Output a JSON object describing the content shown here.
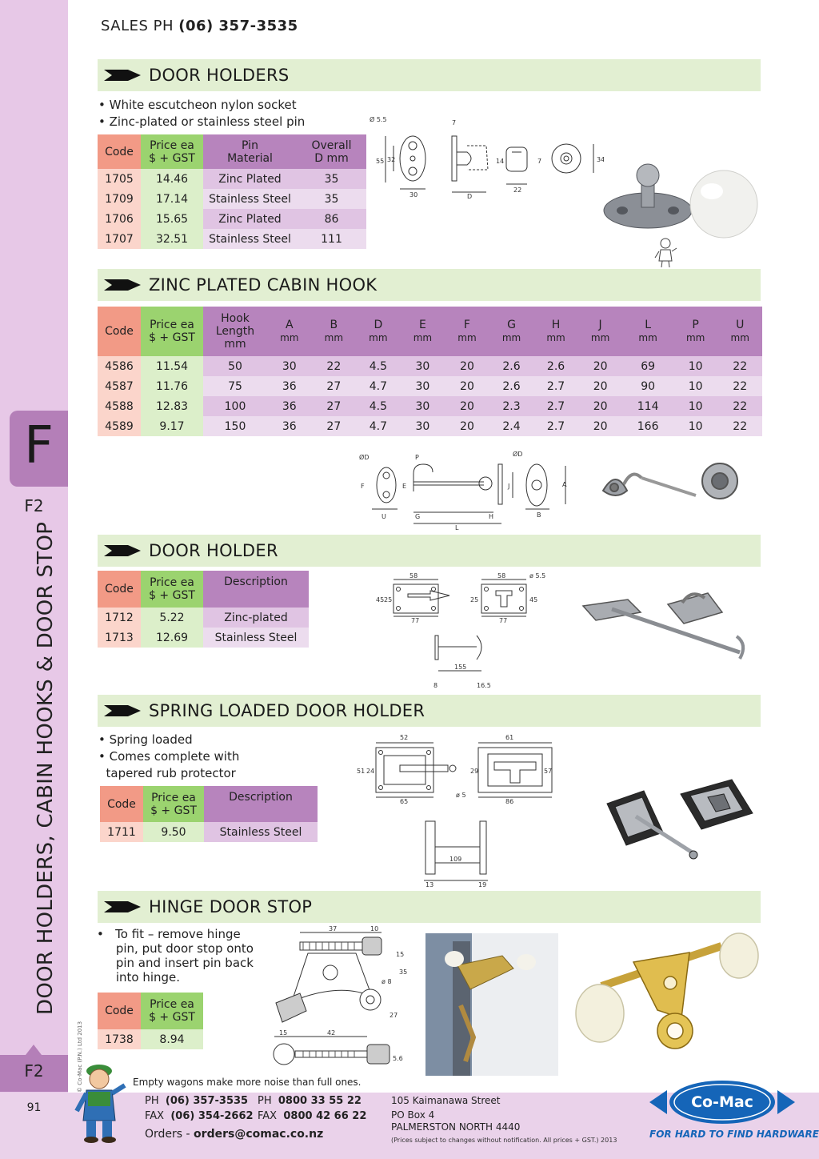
{
  "header": {
    "sales_label": "SALES  PH",
    "sales_phone": "(06) 357-3535"
  },
  "sidebar": {
    "tab_letter": "F",
    "section_code_top": "F2",
    "vertical_title": "DOOR HOLDERS, CABIN HOOKS & DOOR STOP",
    "copyright": "© Co-Mac (P.N.) Ltd 2013",
    "section_code_bottom": "F2",
    "page_number": "91"
  },
  "door_holders": {
    "title": "DOOR HOLDERS",
    "bullets": [
      "White escutcheon nylon socket",
      "Zinc-plated or stainless steel pin"
    ],
    "headers": {
      "code": "Code",
      "price": [
        "Price ea",
        "$ + GST"
      ],
      "pin": [
        "Pin",
        "Material"
      ],
      "overall": [
        "Overall",
        "D mm"
      ]
    },
    "rows": [
      {
        "code": "1705",
        "price": "14.46",
        "pin": "Zinc Plated",
        "overall": "35"
      },
      {
        "code": "1709",
        "price": "17.14",
        "pin": "Stainless Steel",
        "overall": "35"
      },
      {
        "code": "1706",
        "price": "15.65",
        "pin": "Zinc Plated",
        "overall": "86"
      },
      {
        "code": "1707",
        "price": "32.51",
        "pin": "Stainless Steel",
        "overall": "111"
      }
    ],
    "dims": {
      "dia": "Ø 5.5",
      "h55": "55",
      "h32": "32",
      "w30": "30",
      "w7": "7",
      "D": "D",
      "h14": "14",
      "h7": "7",
      "w22": "22",
      "h34": "34"
    }
  },
  "cabin_hook": {
    "title": "ZINC PLATED CABIN HOOK",
    "headers": {
      "code": "Code",
      "price": [
        "Price ea",
        "$ + GST"
      ],
      "hook": [
        "Hook",
        "Length",
        "mm"
      ],
      "letters": [
        "A",
        "B",
        "D",
        "E",
        "F",
        "G",
        "H",
        "J",
        "L",
        "P",
        "U"
      ],
      "unit": "mm"
    },
    "rows": [
      {
        "code": "4586",
        "price": "11.54",
        "hook": "50",
        "vals": [
          "30",
          "22",
          "4.5",
          "30",
          "20",
          "2.6",
          "2.6",
          "20",
          "69",
          "10",
          "22"
        ]
      },
      {
        "code": "4587",
        "price": "11.76",
        "hook": "75",
        "vals": [
          "36",
          "27",
          "4.7",
          "30",
          "20",
          "2.6",
          "2.7",
          "20",
          "90",
          "10",
          "22"
        ]
      },
      {
        "code": "4588",
        "price": "12.83",
        "hook": "100",
        "vals": [
          "36",
          "27",
          "4.5",
          "30",
          "20",
          "2.3",
          "2.7",
          "20",
          "114",
          "10",
          "22"
        ]
      },
      {
        "code": "4589",
        "price": "9.17",
        "hook": "150",
        "vals": [
          "36",
          "27",
          "4.7",
          "30",
          "20",
          "2.4",
          "2.7",
          "20",
          "166",
          "10",
          "22"
        ]
      }
    ],
    "dims": {
      "oD1": "ØD",
      "P": "P",
      "oD2": "ØD",
      "F": "F",
      "E": "E",
      "J": "J",
      "A": "A",
      "U": "U",
      "G": "G",
      "H": "H",
      "B": "B",
      "L": "L"
    }
  },
  "door_holder": {
    "title": "DOOR HOLDER",
    "headers": {
      "code": "Code",
      "price": [
        "Price ea",
        "$ + GST"
      ],
      "desc": "Description"
    },
    "rows": [
      {
        "code": "1712",
        "price": "5.22",
        "desc": "Zinc-plated"
      },
      {
        "code": "1713",
        "price": "12.69",
        "desc": "Stainless Steel"
      }
    ],
    "dims": {
      "w58a": "58",
      "w58b": "58",
      "dia": "ø 5.5",
      "h45a": "45",
      "h25a": "25",
      "h25b": "25",
      "h45b": "45",
      "w77a": "77",
      "w77b": "77",
      "l155": "155",
      "d8": "8",
      "d165": "16.5"
    }
  },
  "spring_holder": {
    "title": "SPRING LOADED DOOR HOLDER",
    "bullets": [
      "Spring loaded",
      "Comes complete with",
      "tapered rub protector"
    ],
    "headers": {
      "code": "Code",
      "price": [
        "Price ea",
        "$ + GST"
      ],
      "desc": "Description"
    },
    "rows": [
      {
        "code": "1711",
        "price": "9.50",
        "desc": "Stainless Steel"
      }
    ],
    "dims": {
      "w52": "52",
      "w61": "61",
      "h51": "51",
      "h24": "24",
      "h29": "29",
      "h57": "57",
      "dia": "ø 5",
      "w65": "65",
      "w86": "86",
      "l109": "109",
      "d13": "13",
      "d19": "19"
    }
  },
  "hinge_stop": {
    "title": "HINGE DOOR STOP",
    "bullets": [
      "To fit – remove hinge",
      "pin, put door stop onto",
      "pin and insert pin back",
      "into hinge."
    ],
    "headers": {
      "code": "Code",
      "price": [
        "Price ea",
        "$ + GST"
      ]
    },
    "rows": [
      {
        "code": "1738",
        "price": "8.94"
      }
    ],
    "dims": {
      "w37": "37",
      "w10": "10",
      "h15": "15",
      "h35": "35",
      "dia8": "ø 8",
      "h27": "27",
      "w15": "15",
      "w42": "42",
      "h56": "5.6"
    }
  },
  "footer": {
    "motto": "Empty wagons make more noise than full ones.",
    "ph1_label": "PH",
    "ph1": "(06) 357-3535",
    "ph2_label": "PH",
    "ph2": "0800 33 55 22",
    "fax1_label": "FAX",
    "fax1": "(06) 354-2662",
    "fax2_label": "FAX",
    "fax2": "0800 42 66 22",
    "orders_label": "Orders -",
    "orders_email": "orders@comac.co.nz",
    "address": [
      "105 Kaimanawa Street",
      "PO Box 4",
      "PALMERSTON NORTH 4440"
    ],
    "note": "(Prices subject to changes without notification.  All prices + GST.)  2013",
    "logo": "Co-Mac",
    "tagline": "FOR HARD TO FIND HARDWARE"
  },
  "colors": {
    "sidebar": "#e7c8e7",
    "tab": "#b47fb8",
    "header_band": "#e2efd2",
    "code_head": "#f29a86",
    "price_head": "#9bd36f",
    "purple_head": "#b784bd",
    "logo_blue": "#1565b8"
  }
}
